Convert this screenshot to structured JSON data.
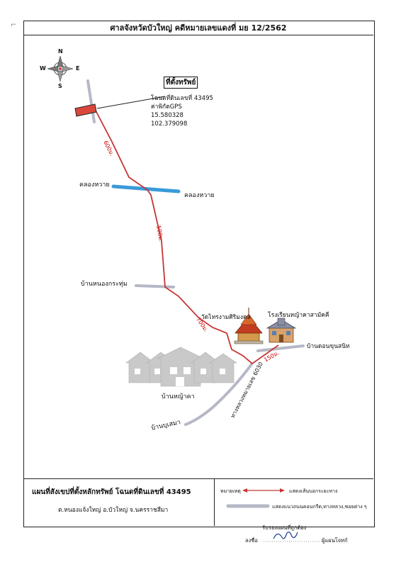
{
  "header": {
    "title": "ศาลจังหวัดบัวใหญ่ คดีหมายเลขแดงที่ มย 12/2562"
  },
  "compass": {
    "north": "N",
    "south": "S",
    "east": "E",
    "west": "W"
  },
  "property": {
    "heading": "ที่ตั้งทรัพย์",
    "deed": "โฉนดที่ดินเลขที่ 43495",
    "gps_label": "ค่าพิกัดGPS",
    "lat": "15.580328",
    "lon": "102.379098"
  },
  "places": {
    "canal_left": "คลองหวาย",
    "canal_right": "คลองหวาย",
    "village_nong_kra_thum": "บ้านหนองกระทุ่ม",
    "temple": "วัดไทรงามศิริมงคล",
    "school": "โรงเรียนหญ้าคาสามัคคี",
    "village_don_khun_sanit": "บ้านดอนขุนสนิท",
    "village_ya_kha": "บ้านหญ้าคา",
    "village_bu_sema": "บ้านบุเสมา",
    "highway": "ทางหลวงหมายเลข 6030"
  },
  "distances": {
    "d1": "600ม.",
    "d2": "500ม.",
    "d3": "700ม.",
    "d4": "150ม."
  },
  "footer": {
    "title": "แผนที่สังเขปที่ตั้งหลักทรัพย์ โฉนดที่ดินเลขที่ 43495",
    "location": "ต.หนองแจ้งใหญ่  อ.บัวใหญ่  จ.นครราชสีมา",
    "legend_heading": "หมายเหตุ",
    "legend_route": "แสดงเส้นบอกระยะทาง",
    "legend_road": "แสดงแนวถนนคอนกรีต,ทางหลวง,ซอยต่าง ๆ",
    "certify": "รับรองแผนที่ถูกต้อง",
    "sign_label": "ลงชื่อ",
    "signer_role": "ผู้แผนโจทก์"
  },
  "colors": {
    "route": "#c73535",
    "road": "#b5b8c6",
    "canal": "#3a9ad9",
    "land": "#d9483b",
    "houses": "#c9c9c9"
  }
}
